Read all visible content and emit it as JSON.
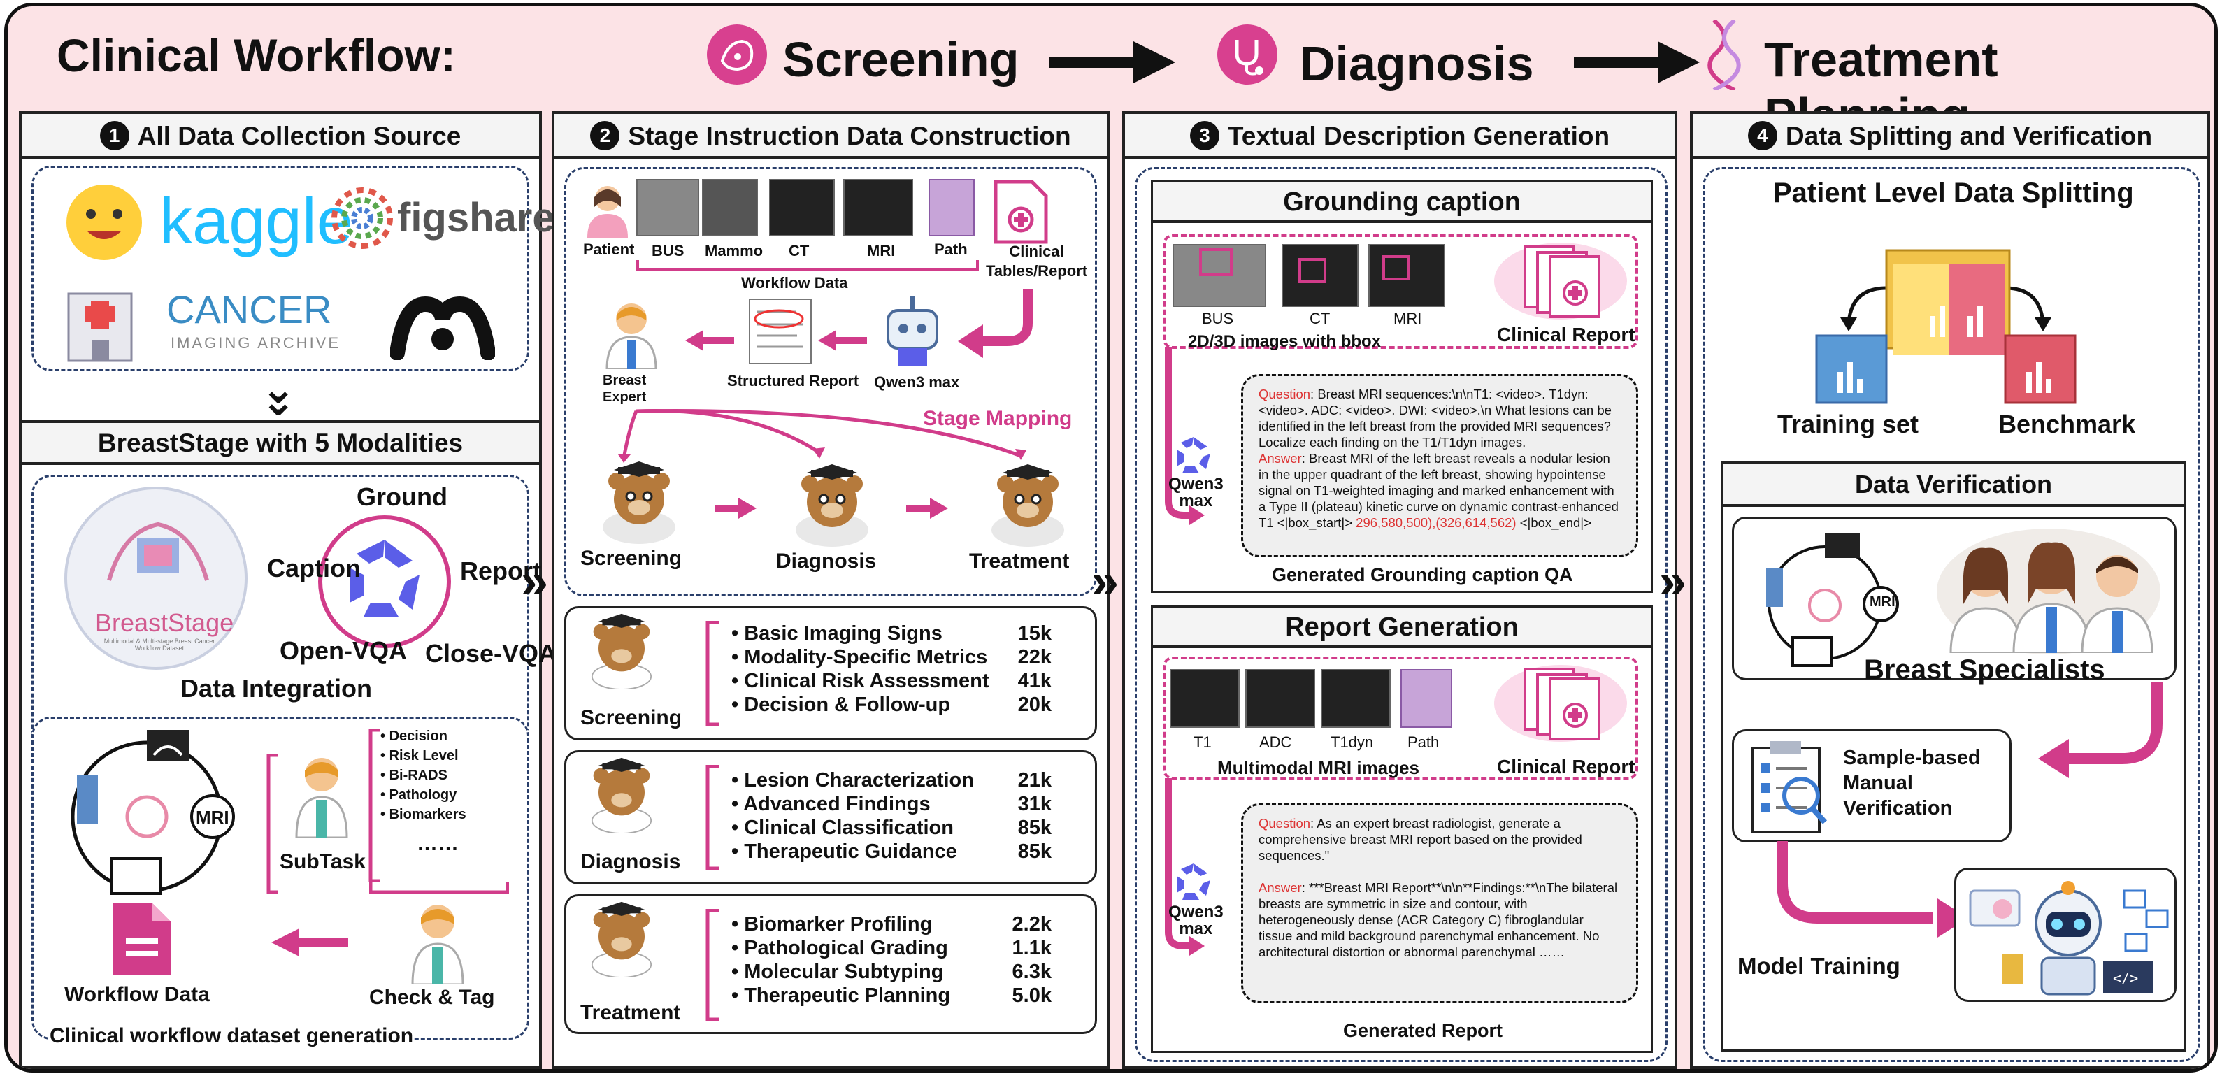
{
  "header": {
    "title": "Clinical Workflow:",
    "stages": [
      "Screening",
      "Diagnosis",
      "Treatment Planning"
    ]
  },
  "panel1": {
    "num": "1",
    "title": "All Data Collection Source",
    "logos": {
      "kaggle": "kaggle",
      "figshare": "figshare",
      "cancer_top": "CANCER",
      "cancer_bottom": "IMAGING ARCHIVE"
    },
    "breaststage_title": "BreastStage with 5 Modalities",
    "modalities": [
      "Ground",
      "Caption",
      "Report",
      "Open-VQA",
      "Close-VQA"
    ],
    "logo_text": "BreastStage",
    "logo_subtitle": "Multimodal & Multi-stage Breast Cancer Workflow Dataset",
    "data_integration": "Data Integration",
    "subtask_label": "SubTask",
    "subtask_items": [
      "Decision",
      "Risk Level",
      "Bi-RADS",
      "Pathology",
      "Biomarkers"
    ],
    "subtask_more": "……",
    "mri_badge": "MRI",
    "workflow_data": "Workflow Data",
    "check_tag": "Check & Tag",
    "footer": "Clinical workflow dataset generation"
  },
  "panel2": {
    "num": "2",
    "title": "Stage Instruction Data Construction",
    "patient": "Patient",
    "images": [
      "BUS",
      "Mammo",
      "CT",
      "MRI",
      "Path"
    ],
    "workflow_data": "Workflow Data",
    "clinical_tables": "Clinical\nTables/Report",
    "breast_expert": "Breast\nExpert",
    "structured_report": "Structured Report",
    "qwen": "Qwen3 max",
    "stage_mapping": "Stage  Mapping",
    "stages": [
      "Screening",
      "Diagnosis",
      "Treatment"
    ],
    "screening_items": [
      {
        "label": "Basic Imaging Signs",
        "count": "15k"
      },
      {
        "label": "Modality-Specific Metrics",
        "count": "22k"
      },
      {
        "label": "Clinical Risk Assessment",
        "count": "41k"
      },
      {
        "label": "Decision & Follow-up",
        "count": "20k"
      }
    ],
    "diagnosis_items": [
      {
        "label": "Lesion Characterization",
        "count": "21k"
      },
      {
        "label": "Advanced Findings",
        "count": "31k"
      },
      {
        "label": "Clinical Classification",
        "count": "85k"
      },
      {
        "label": "Therapeutic Guidance",
        "count": "85k"
      }
    ],
    "treatment_items": [
      {
        "label": "Biomarker Profiling",
        "count": "2.2k"
      },
      {
        "label": "Pathological Grading",
        "count": "1.1k"
      },
      {
        "label": "Molecular Subtyping",
        "count": "6.3k"
      },
      {
        "label": "Therapeutic Planning",
        "count": "5.0k"
      }
    ]
  },
  "panel3": {
    "num": "3",
    "title": "Textual Description Generation",
    "grounding_title": "Grounding caption",
    "grounding_images": [
      "BUS",
      "CT",
      "MRI"
    ],
    "grounding_caption": "2D/3D images with bbox",
    "clinical_report": "Clinical Report",
    "qwen": "Qwen3\nmax",
    "g_question_label": "Question",
    "g_question": ": Breast MRI sequences:\\n\\nT1: <video>. T1dyn: <video>. ADC: <video>. DWI: <video>.\\n What lesions can be identified in the left breast from the provided MRI sequences? Localize each finding on the T1/T1dyn images.",
    "g_answer_label": "Answer",
    "g_answer": ":  Breast MRI of the left breast reveals a nodular lesion in the upper quadrant of the left breast, showing hypointense signal on T1-weighted imaging and marked enhancement with a Type II (plateau) kinetic curve on dynamic contrast-enhanced T1 <|box_start|>",
    "g_coords": " 296,580,500),(326,614,562)",
    "g_end": " <|box_end|>",
    "grounding_footer": "Generated Grounding caption QA",
    "report_title": "Report Generation",
    "report_images": [
      "T1",
      "ADC",
      "T1dyn",
      "Path"
    ],
    "report_caption": "Multimodal MRI images",
    "r_question_label": "Question",
    "r_question": ": As an expert breast radiologist, generate a comprehensive breast MRI report based on the provided sequences.\"",
    "r_answer_label": "Answer",
    "r_answer": ": ***Breast MRI Report**\\n\\n**Findings:**\\nThe bilateral breasts are symmetric in size and contour, with heterogeneously dense (ACR Category C) fibroglandular tissue and mild background parenchymal enhancement. No architectural distortion or abnormal parenchymal ……",
    "report_footer": "Generated Report"
  },
  "panel4": {
    "num": "4",
    "title": "Data Splitting and Verification",
    "split_title": "Patient Level Data Splitting",
    "training": "Training set",
    "benchmark": "Benchmark",
    "verify_title": "Data Verification",
    "mri_badge": "MRI",
    "specialists": "Breast Specialists",
    "sample_based": "Sample-based\nManual\nVerification",
    "model_training": "Model Training"
  },
  "colors": {
    "accent": "#d13c8a",
    "frame_bg": "#fce3e6",
    "dash": "#2a3f6b",
    "qwen": "#5b5ee8"
  }
}
